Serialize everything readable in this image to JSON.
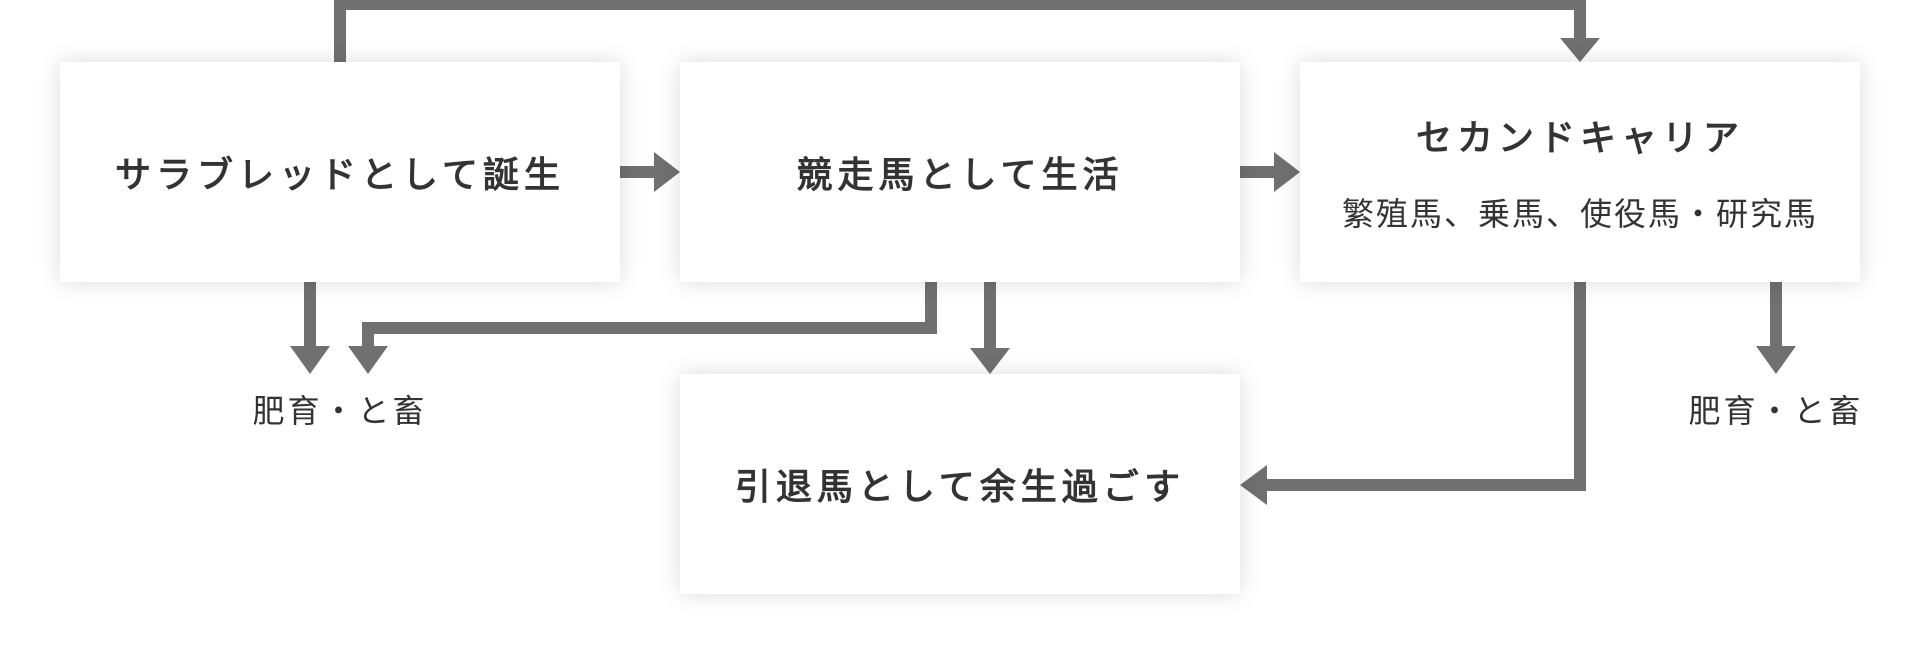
{
  "colors": {
    "arrow": "#707070",
    "box_background": "#ffffff",
    "text": "#333333"
  },
  "nodes": {
    "thoroughbred_birth": {
      "label": "サラブレッドとして誕生"
    },
    "racehorse_life": {
      "label": "競走馬として生活"
    },
    "second_career": {
      "label": "セカンドキャリア",
      "sublabel": "繁殖馬、乗馬、使役馬・研究馬"
    },
    "retired_horse": {
      "label": "引退馬として余生過ごす"
    }
  },
  "outcomes": {
    "left": {
      "label": "肥育・と畜"
    },
    "right": {
      "label": "肥育・と畜"
    }
  }
}
